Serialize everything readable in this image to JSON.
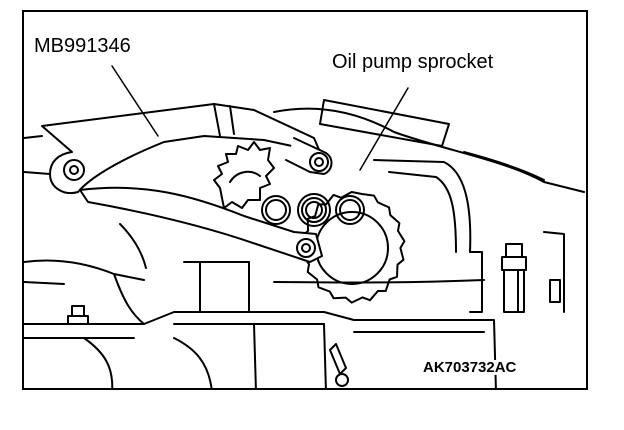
{
  "callouts": {
    "tool": "MB991346",
    "part": "Oil pump sprocket"
  },
  "figure_code": "AK703732AC"
}
